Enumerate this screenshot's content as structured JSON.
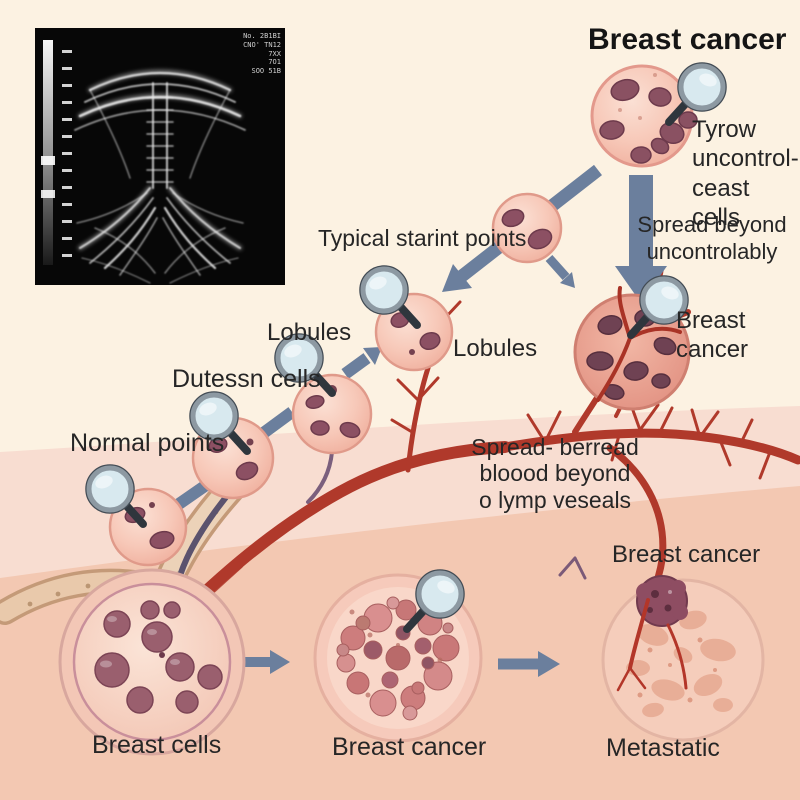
{
  "title": "Breast cancer",
  "inset": {
    "meta_lines": [
      "No. 2B1BI",
      "CNO' TN12",
      "7XX",
      "7O1",
      "SOO 51B"
    ]
  },
  "labels": {
    "tyrow": "Tyrow\nuncontrol-\nceast cells",
    "spread_beyond": "Spread beyond\nuncontrolably",
    "typical_points": "Typical starint points",
    "lobules_left": "Lobules",
    "lobules_center": "Lobules",
    "dutessn": "Dutessn cells",
    "normal_points": "Normal points",
    "breast_cancer_right": "Breast\ncancer",
    "spread_blood": "Spread- berread\nbloood beyond\no lymp veseals",
    "breast_cancer_mid": "Breast cancer",
    "breast_cells": "Breast cells",
    "breast_cancer_bottom": "Breast cancer",
    "metastatic": "Metastatic"
  },
  "icons": {
    "magnifier": "magnifying-glass"
  },
  "colors": {
    "background_cream": "#fcf2e2",
    "background_pink_light": "#f8ddd1",
    "background_pink_deep": "#f3c8b2",
    "arrow_blue": "#6b7f9d",
    "vessel_red": "#b0392b",
    "cell_pink": "#f5c0ae",
    "nucleus_mauve": "#8c5063",
    "text_dark": "#262626"
  }
}
